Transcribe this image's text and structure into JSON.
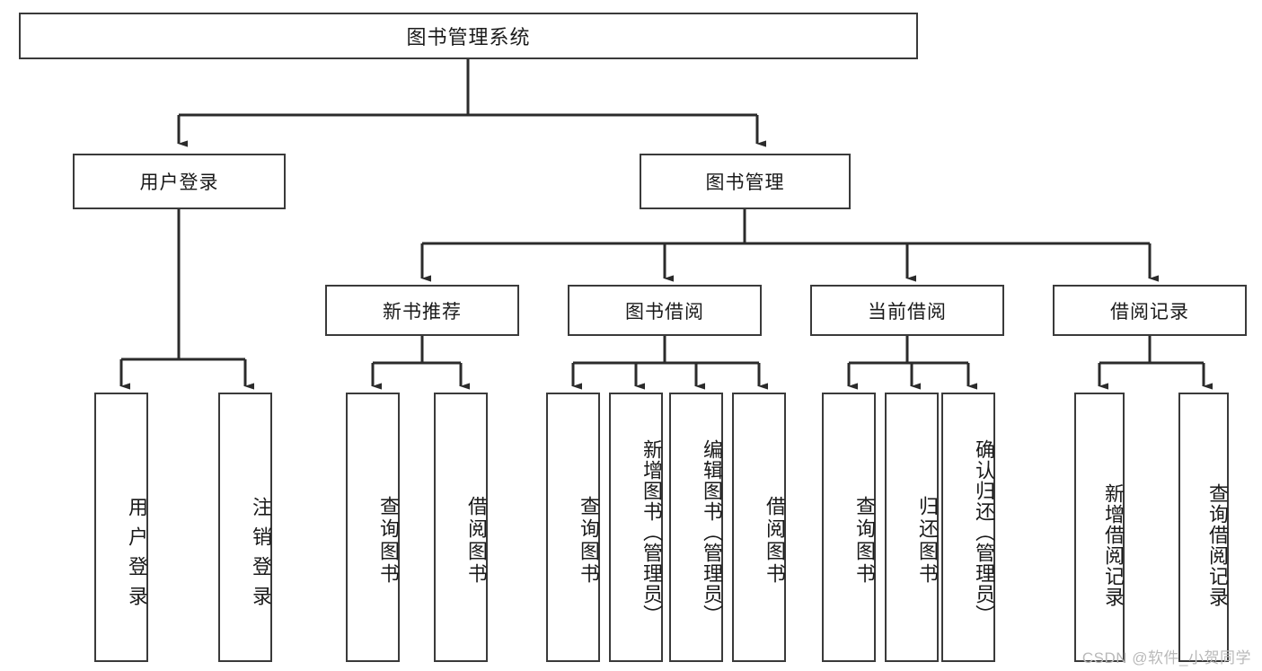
{
  "diagram": {
    "title": "图书管理系统",
    "type": "tree-hierarchy-chart",
    "orientation": "top-down",
    "colors": {
      "background": "#ffffff",
      "node_fill": "#ffffff",
      "node_border": "#3a3a3a",
      "edge": "#2b2b2b",
      "text": "#1a1a1a",
      "watermark": "#b9b9b9"
    }
  },
  "nodes": {
    "root": {
      "label": "图书管理系统"
    },
    "level1": [
      {
        "label": "用户登录"
      },
      {
        "label": "图书管理"
      }
    ],
    "level2": [
      {
        "label": "新书推荐"
      },
      {
        "label": "图书借阅"
      },
      {
        "label": "当前借阅"
      },
      {
        "label": "借阅记录"
      }
    ],
    "leaves": {
      "user_login": [
        {
          "label": "用户登录"
        },
        {
          "label": "注销登录"
        }
      ],
      "new_book": [
        {
          "label": "查询图书"
        },
        {
          "label": "借阅图书"
        }
      ],
      "borrow": [
        {
          "label": "查询图书"
        },
        {
          "label": "新增图书（管理员）"
        },
        {
          "label": "编辑图书（管理员）"
        },
        {
          "label": "借阅图书"
        }
      ],
      "current": [
        {
          "label": "查询图书"
        },
        {
          "label": "归还图书"
        },
        {
          "label": "确认归还（管理员）"
        }
      ],
      "record": [
        {
          "label": "新增借阅记录"
        },
        {
          "label": "查询借阅记录"
        }
      ]
    }
  },
  "watermark": {
    "text": "CSDN @软件_小贺同学"
  }
}
